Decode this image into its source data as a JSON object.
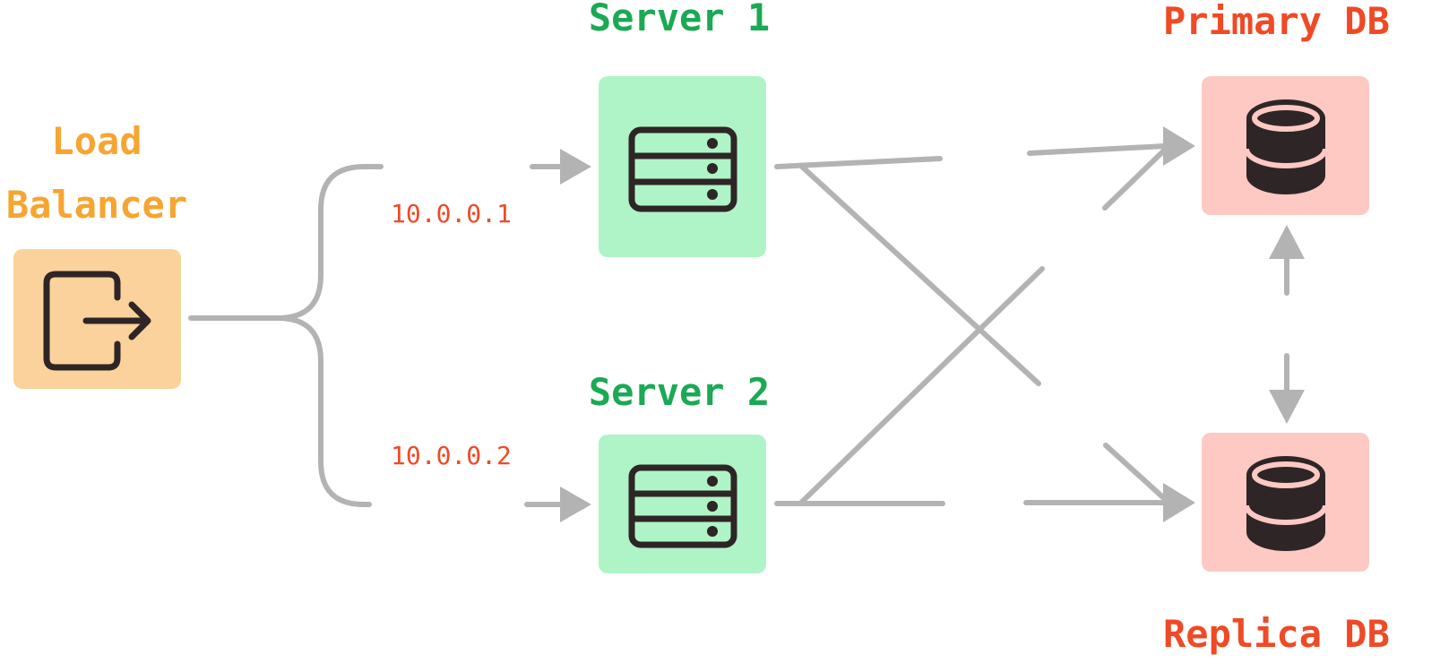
{
  "colors": {
    "load_balancer": "#f7a531",
    "server": "#1ba954",
    "database": "#ef4a26",
    "ip_text": "#ef4a26",
    "load_balancer_fill": "#fbd29b",
    "server_fill": "#aff4c6",
    "database_fill": "#fec8c3",
    "connector": "#b3b3b3",
    "icon": "#2e2526"
  },
  "nodes": {
    "load_balancer": {
      "label_line1": "Load",
      "label_line2": "Balancer",
      "icon": "exit-arrow-icon"
    },
    "server_1": {
      "label": "Server 1",
      "icon": "server-rack-icon"
    },
    "server_2": {
      "label": "Server 2",
      "icon": "server-rack-icon"
    },
    "primary_db": {
      "label": "Primary DB",
      "icon": "database-icon"
    },
    "replica_db": {
      "label": "Replica DB",
      "icon": "database-icon"
    }
  },
  "edges": {
    "ip_1": "10.0.0.1",
    "ip_2": "10.0.0.2"
  }
}
